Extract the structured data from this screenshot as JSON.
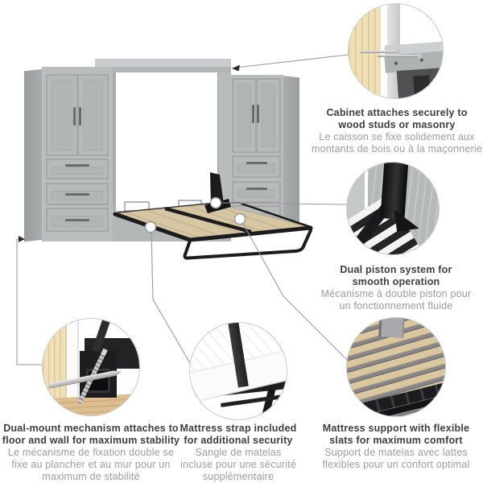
{
  "callouts": [
    {
      "id": "cabinet-attachment",
      "en_lines": [
        "Cabinet attaches securely to",
        "wood studs or masonry"
      ],
      "fr_lines": [
        "Le caisson se fixe solidement aux",
        "montants de bois ou à la maçonnerie"
      ]
    },
    {
      "id": "dual-piston",
      "en_lines": [
        "Dual piston system for",
        "smooth operation"
      ],
      "fr_lines": [
        "Mécanisme à double piston pour",
        "un fonctionnement fluide"
      ]
    },
    {
      "id": "dual-mount",
      "en_lines": [
        "Dual-mount mechanism attaches to",
        "floor and wall for maximum stability"
      ],
      "fr_lines": [
        "Le mécanisme de fixation double se",
        "fixe au plancher et au mur pour un",
        "maximum de stabilité"
      ]
    },
    {
      "id": "mattress-strap",
      "en_lines": [
        "Mattress strap included",
        "for additional security"
      ],
      "fr_lines": [
        "Sangle de matelas",
        "incluse pour une sécurité",
        "supplémentaire"
      ]
    },
    {
      "id": "flexible-slats",
      "en_lines": [
        "Mattress support with flexible",
        "slats for maximum comfort"
      ],
      "fr_lines": [
        "Support de matelas avec lattes",
        "flexibles pour un confort optimal"
      ]
    }
  ],
  "colors": {
    "cabinet_gray": "#b9bcbd",
    "cabinet_side_gray": "#9da0a1",
    "bed_deck_tan": "#d7c6a3",
    "frame_black": "#1b1b1d",
    "wood_stud_beige": "#eedfb6",
    "floor_tan": "#ddbe93",
    "text_primary": "#3e3e40",
    "text_secondary": "#9c9c9e",
    "connector_line": "#9a9a9b",
    "circle_border": "#c8c8ca"
  }
}
